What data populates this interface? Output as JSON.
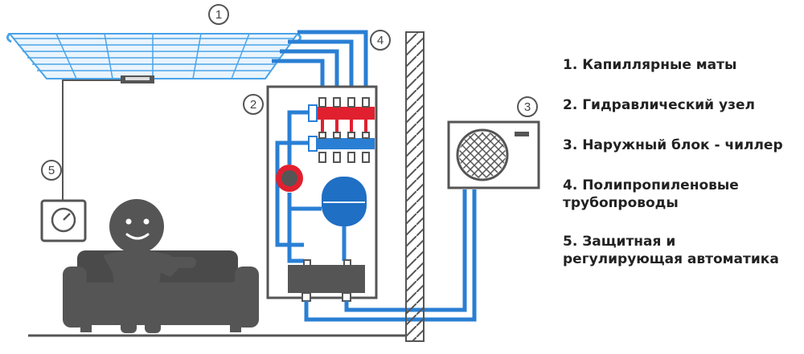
{
  "colors": {
    "pipe": "#2a7fd4",
    "hot": "#e0202f",
    "tank": "#1f6fc4",
    "dark": "#555555",
    "outline": "#555555",
    "mat": "#4aa3e8"
  },
  "icons": [
    "ceiling-capillary-mat-icon",
    "thermostat-icon",
    "person-on-sofa-icon",
    "hydraulic-unit-icon",
    "pump-icon",
    "expansion-tank-icon",
    "heat-exchanger-icon",
    "wall-icon",
    "outdoor-chiller-icon",
    "fan-grille-icon"
  ],
  "markers": {
    "mats": "1",
    "hydraulic": "2",
    "chiller": "3",
    "pipes": "4",
    "automation": "5"
  },
  "legend": [
    {
      "text": "1. Капиллярные маты"
    },
    {
      "text": "2. Гидравлический узел"
    },
    {
      "text": "3. Наружный блок - чиллер"
    },
    {
      "text": "4. Полипропиленовые трубопроводы"
    },
    {
      "text": "5. Защитная и регулирующая автоматика"
    }
  ]
}
